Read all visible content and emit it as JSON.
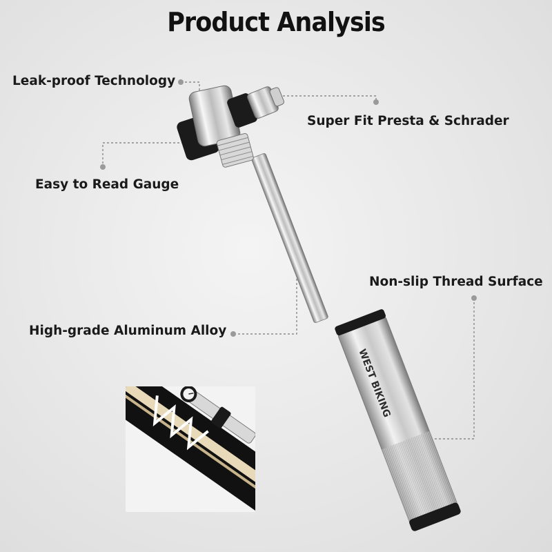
{
  "title": "Product Analysis",
  "callouts": {
    "leak_proof": "Leak-proof Technology",
    "presta_schrader": "Super Fit Presta & Schrader",
    "gauge": "Easy to Read Gauge",
    "thread": "Non-slip Thread Surface",
    "aluminum": "High-grade Aluminum Alloy"
  },
  "brand_text": "WEST BIKING",
  "colors": {
    "background": "#e6e6e6",
    "text": "#1a1a1a",
    "leader_line": "#8a8a8a"
  }
}
